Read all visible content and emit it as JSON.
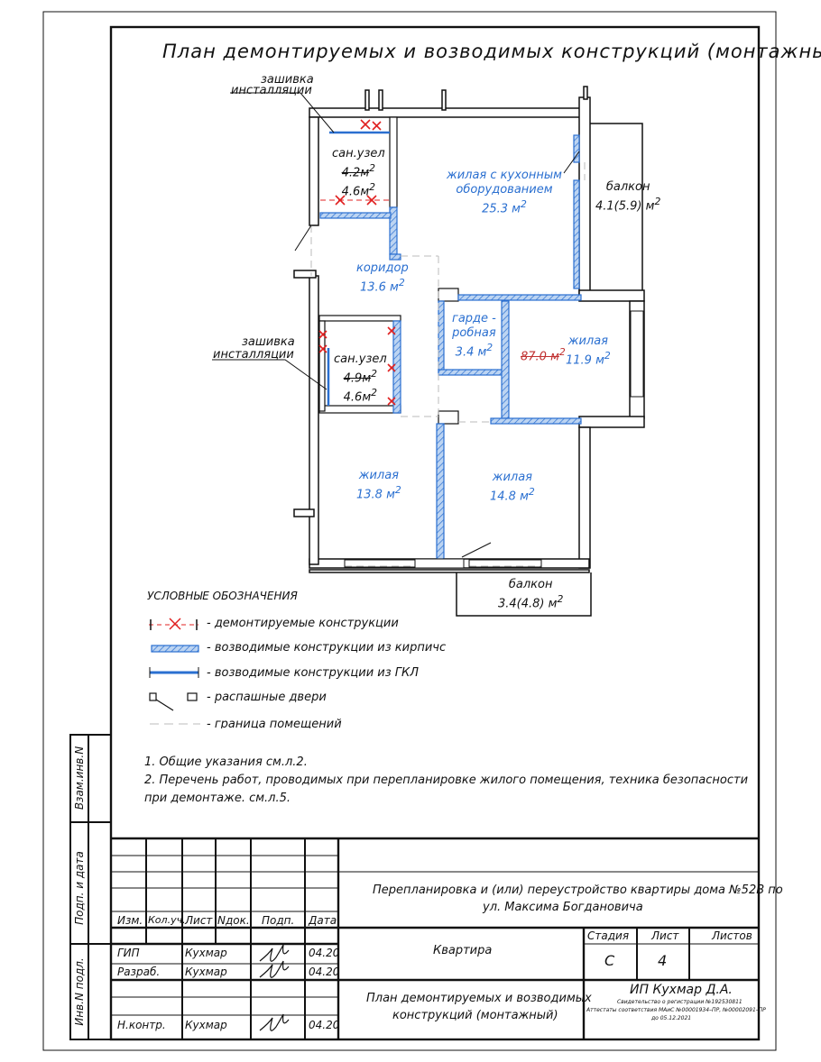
{
  "drawing": {
    "title": "План демонтируемых и возводимых конструкций (монтажный)"
  },
  "rooms": {
    "bath_top": {
      "name": "сан.узел",
      "old_area": "4.2м",
      "new_area": "4.6м"
    },
    "living_kitchen": {
      "name_l1": "жилая с кухонным",
      "name_l2": "оборудованием",
      "area": "25.3 м"
    },
    "balcony_right": {
      "name": "балкон",
      "area": "4.1(5.9) м"
    },
    "corridor": {
      "name": "коридор",
      "area": "13.6 м"
    },
    "wardrobe": {
      "name_l1": "гарде -",
      "name_l2": "робная",
      "area": "3.4 м"
    },
    "living_right": {
      "name": "жилая",
      "area": "11.9 м",
      "old_area": "87.0 м"
    },
    "bath_mid": {
      "name": "сан.узел",
      "old_area": "4.9м",
      "new_area": "4.6м"
    },
    "living_left": {
      "name": "жилая",
      "area": "13.8 м"
    },
    "living_center": {
      "name": "жилая",
      "area": "14.8 м"
    },
    "balcony_bottom": {
      "name": "балкон",
      "area": "3.4(4.8) м"
    },
    "sup": "2"
  },
  "callouts": {
    "top_l1": "зашивка",
    "top_l2": "инсталляции",
    "mid_l1": "зашивка",
    "mid_l2": "инсталляции"
  },
  "legend": {
    "heading": "УСЛОВНЫЕ ОБОЗНАЧЕНИЯ",
    "items": [
      "- демонтируемые конструкции",
      "- возводимые конструкции из кирпичс",
      "- возводимые конструкции из ГКЛ",
      "- распашные двери",
      "- граница помещений"
    ]
  },
  "notes": [
    "1. Общие указания см.л.2.",
    "2. Перечень работ, проводимых при перепланировке жилого помещения, техника безопасности",
    "при демонтаже. см.л.5."
  ],
  "side_stamp": {
    "vzam": "Взам.инв.N",
    "podp": "Подп. и дата",
    "inv": "Инв.N подл."
  },
  "title_block": {
    "headers": [
      "Изм.",
      "Кол.уч.",
      "Лист",
      "Nдок.",
      "Подп.",
      "Дата"
    ],
    "rows": [
      {
        "role": "ГИП",
        "name": "Кухмар",
        "date": "04.20"
      },
      {
        "role": "Разраб.",
        "name": "Кухмар",
        "date": "04.20"
      },
      {
        "role": "Н.контр.",
        "name": "Кухмар",
        "date": "04.20"
      }
    ],
    "project_l1": "Перепланировка и (или) переустройство квартиры  дома №52В по",
    "project_l2": "ул. Максима Богдановича",
    "object": "Квартира",
    "sheet_title_l1": "План демонтируемых и возводимых",
    "sheet_title_l2": "конструкций (монтажный)",
    "stage_label": "Стадия",
    "sheet_label": "Лист",
    "sheets_label": "Листов",
    "stage_value": "С",
    "sheet_value": "4",
    "sheets_value": "",
    "org": "ИП Кухмар Д.А.",
    "org_l2": "Свидетельство о регистрации №192530811",
    "org_l3": "Аттестаты соответствия МАиС №00001934–ПР, №00002091–ПР",
    "org_l4": "до 05.12.2021"
  },
  "colors": {
    "accent": "#2a6fd0",
    "demolish": "#e02020",
    "ink": "#111111"
  }
}
